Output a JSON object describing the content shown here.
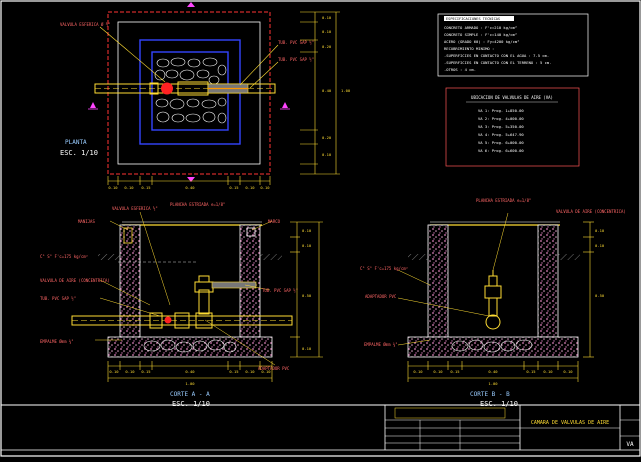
{
  "plan": {
    "title": "PLANTA",
    "scale": "ESC. 1/10",
    "labels": {
      "valve": "VALVULA ESFERICA Ø ½\"",
      "pipe1": "TUB. PVC SAP ½\"",
      "pipe2": "TUB. PVC SAP ½\""
    },
    "dims_right": [
      "0.10",
      "0.10",
      "0.20",
      "0.40",
      "0.20",
      "0.10"
    ],
    "dim_right_total": "1.00",
    "dims_bottom": [
      "0.10",
      "0.10",
      "0.15",
      "0.40",
      "0.15",
      "0.10",
      "0.10"
    ]
  },
  "section_a": {
    "title": "CORTE A - A",
    "scale": "ESC. 1/10",
    "labels": {
      "slab_top": "PLANCHA ESTRIADA e=1/8\"",
      "valve": "VALVULA ESFERICA ½\"",
      "concrete": "C° S° F'c=175 kg/cm²",
      "valve_air": "VALVULA DE AIRE (CONCENTRICA)",
      "pipe": "TUB. PVC SAP ½\"",
      "rebar": "EMPALME Ømm ¾\"",
      "pipe_right": "TUB. PVC SAP ½\"",
      "adapter": "ADAPTADOR PVC",
      "tag_left": "MANIJAS",
      "tag_right": "MARCO"
    },
    "dims_right": [
      "0.10",
      "0.10",
      "0.50",
      "0.10"
    ],
    "dims_bottom": [
      "0.10",
      "0.10",
      "0.15",
      "0.40",
      "0.15",
      "0.10",
      "0.10"
    ],
    "dim_total": "1.00"
  },
  "section_b": {
    "title": "CORTE B - B",
    "scale": "ESC. 1/10",
    "labels": {
      "slab_top": "PLANCHA ESTRIADA e=1/8\"",
      "valve_air": "VALVULA DE AIRE (CONCENTRICA)",
      "concrete": "C° S° F'c=175 kg/cm²",
      "adapter": "ADAPTADOR PVC",
      "rebar": "EMPALME Ømm ¾\""
    },
    "dims_right": [
      "0.10",
      "0.10",
      "0.50"
    ],
    "dims_bottom": [
      "0.10",
      "0.10",
      "0.15",
      "0.40",
      "0.15",
      "0.10",
      "0.10"
    ],
    "dim_total": "1.00"
  },
  "specs": {
    "heading": "ESPECIFICACIONES TECNICAS",
    "lines": [
      "CONCRETO ARMADO       : F'c=210 kg/cm²",
      "CONCRETO SIMPLE       : F'c=140 kg/cm²",
      "ACERO (GRADO 60)      : Fy=4200 kg/cm²",
      "RECUBRIMIENTO MINIMO :",
      "  -SUPERFICIES EN CONTACTO CON EL AGUA    : 7.5 cm.",
      "  -SUPERFICIES EN CONTACTO CON EL TERRENO  :   5 cm.",
      "  -OTROS                                     :   4 cm."
    ]
  },
  "valves": {
    "heading": "UBICACION DE VALVULAS DE AIRE (VA)",
    "rows": [
      "VA 1:   Prog. 1+850.00",
      "VA 2:   Prog. 4+000.00",
      "VA 3:   Prog. 5+350.00",
      "VA 4:   Prog. 5+647.90",
      "VA 5:   Prog. 6+000.00",
      "VA 6:   Prog. 6+600.00"
    ]
  },
  "title_block": {
    "caption": "CAMARA DE VALVULAS DE AIRE",
    "page_id": "VA"
  },
  "colors": {
    "background": "#000000",
    "border": "#ffffff",
    "plan_red": "#ff3333",
    "plan_blue": "#3344ff",
    "dim_yellow": "#ffdd33",
    "text_cyan": "#99ccff",
    "concrete": "#d4a0c0"
  }
}
